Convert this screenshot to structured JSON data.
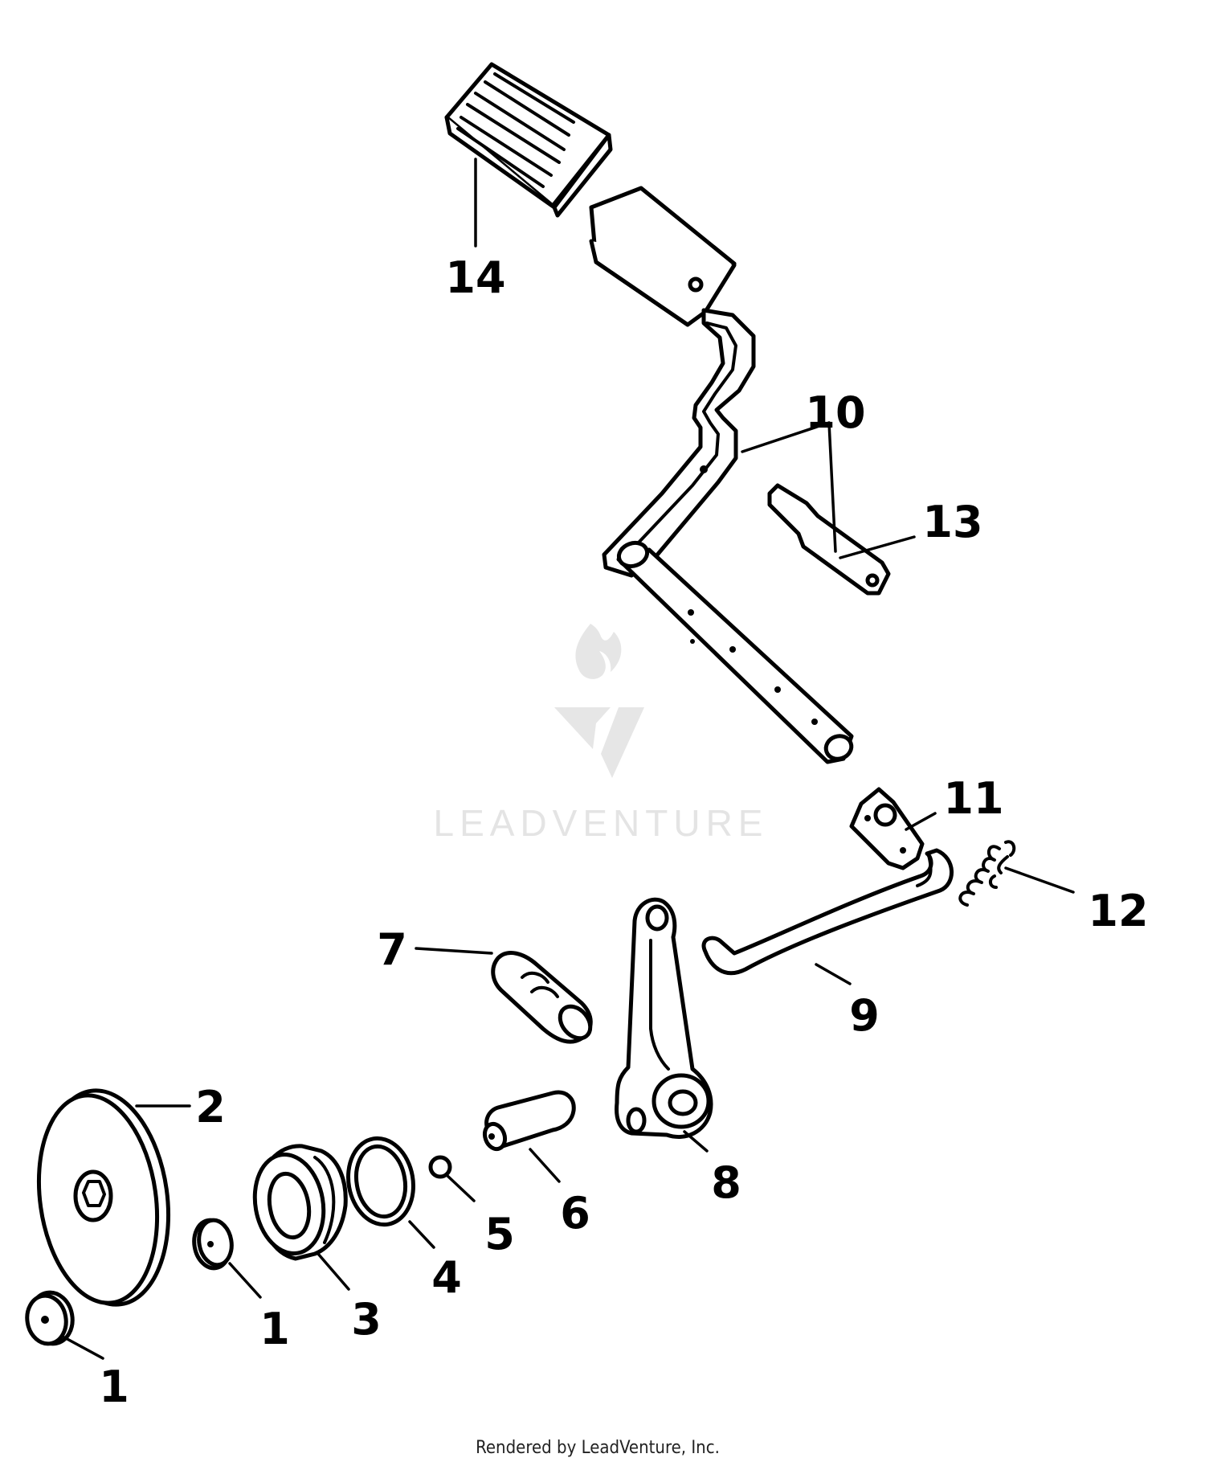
{
  "callouts": {
    "c1a": "1",
    "c1b": "1",
    "c2": "2",
    "c3": "3",
    "c4": "4",
    "c5": "5",
    "c6": "6",
    "c7": "7",
    "c8": "8",
    "c9": "9",
    "c10": "10",
    "c11": "11",
    "c12": "12",
    "c13": "13",
    "c14": "14"
  },
  "watermark": {
    "text": "LEADVENTURE"
  },
  "footer": {
    "credit": "Rendered by LeadVenture, Inc."
  }
}
